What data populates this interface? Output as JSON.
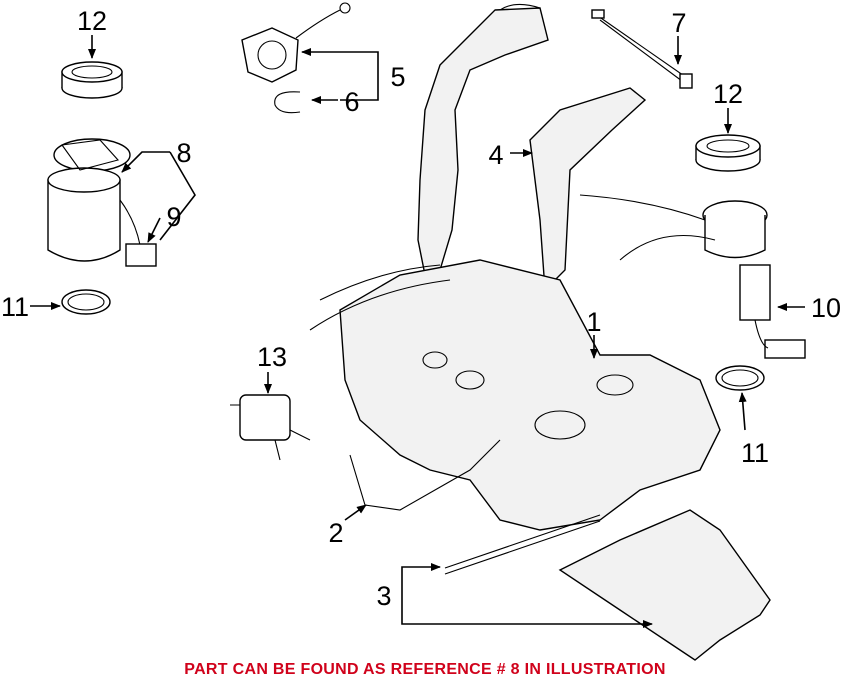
{
  "diagram": {
    "callouts": {
      "c1": "1",
      "c2": "2",
      "c3": "3",
      "c4": "4",
      "c5": "5",
      "c6": "6",
      "c7": "7",
      "c8": "8",
      "c9": "9",
      "c10": "10",
      "c11_left": "11",
      "c11_right": "11",
      "c12_left": "12",
      "c12_right": "12",
      "c13": "13"
    },
    "footer_note": "PART CAN BE FOUND AS REFERENCE # 8 IN ILLUSTRATION",
    "footer_color": "#d0021b"
  }
}
